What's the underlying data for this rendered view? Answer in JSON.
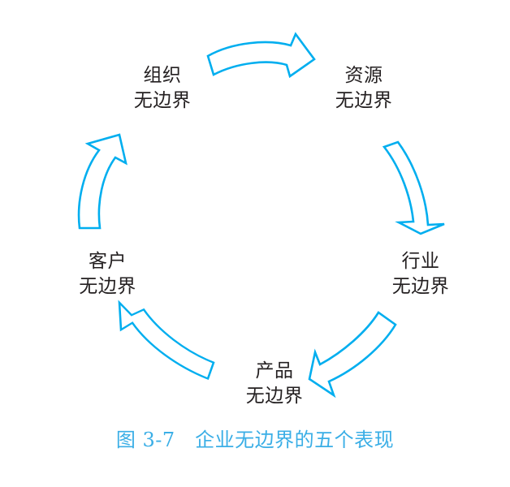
{
  "figure": {
    "caption": "图 3-7　企业无边界的五个表现",
    "caption_label": "图 3-7",
    "caption_title": "企业无边界的五个表现",
    "background_color": "#ffffff",
    "arrow_color": "#00aeef",
    "label_color": "#231f20",
    "caption_color": "#3aaee6",
    "diagram_type": "cycle",
    "direction": "clockwise",
    "node_count": 5
  },
  "nodes": [
    {
      "id": "organization",
      "line1": "组织",
      "line2": "无边界",
      "position": "top-left"
    },
    {
      "id": "resource",
      "line1": "资源",
      "line2": "无边界",
      "position": "top-right"
    },
    {
      "id": "industry",
      "line1": "行业",
      "line2": "无边界",
      "position": "right"
    },
    {
      "id": "product",
      "line1": "产品",
      "line2": "无边界",
      "position": "bottom"
    },
    {
      "id": "customer",
      "line1": "客户",
      "line2": "无边界",
      "position": "left"
    }
  ],
  "arrows": [
    {
      "id": "arrow-organization-to-resource",
      "from": "organization",
      "to": "resource",
      "points": "right"
    },
    {
      "id": "arrow-resource-to-industry",
      "from": "resource",
      "to": "industry",
      "points": "down"
    },
    {
      "id": "arrow-industry-to-product",
      "from": "industry",
      "to": "product",
      "points": "down-left"
    },
    {
      "id": "arrow-product-to-customer",
      "from": "product",
      "to": "customer",
      "points": "up-left"
    },
    {
      "id": "arrow-customer-to-organization",
      "from": "customer",
      "to": "organization",
      "points": "up"
    }
  ]
}
